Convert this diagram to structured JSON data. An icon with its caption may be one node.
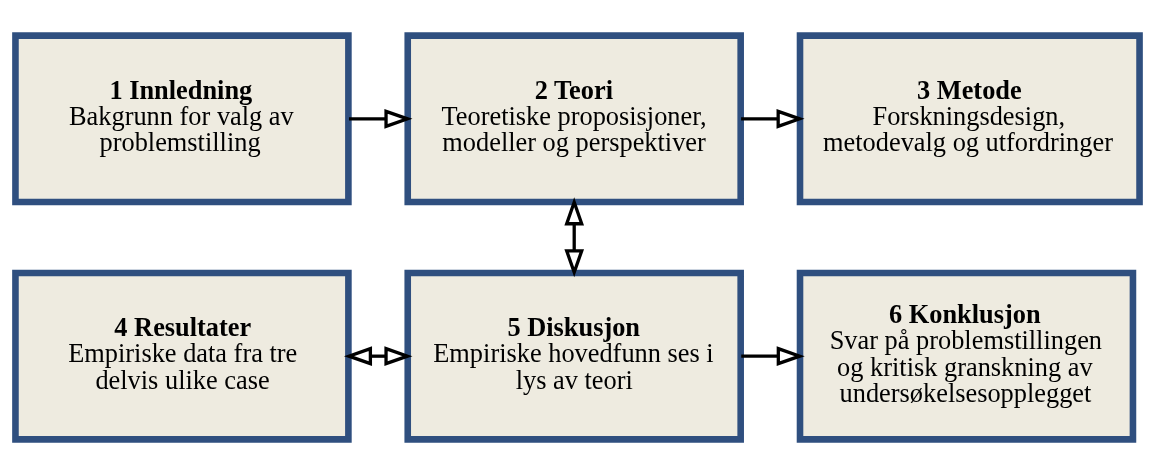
{
  "diagram": {
    "nodes": [
      {
        "text": [
          "1 Innledning",
          "Bakgrunn for valg av problemstilling"
        ]
      },
      {
        "text": [
          "2 Teori",
          "Teoretiske proposisjoner, modeller og perspektiver"
        ]
      },
      {
        "text": [
          "3 Metode",
          "Forskningsdesign, metodevalg og utfordringer"
        ]
      },
      {
        "text": [
          "4 Resultater",
          "Empiriske data fra tre delvis ulike case"
        ]
      },
      {
        "text": [
          "5 Diskusjon",
          "Empiriske hovedfunn ses i lys av teori"
        ]
      },
      {
        "text": [
          "6 Konklusjon",
          "Svar på problemstillingen og kritisk granskning av undersøkelsesopplegget"
        ]
      }
    ],
    "edges": [
      {
        "from": 0,
        "to": 1,
        "arrow": "to"
      },
      {
        "from": 1,
        "to": 2,
        "arrow": "to"
      },
      {
        "from": 1,
        "to": 4,
        "arrow": "both"
      },
      {
        "from": 3,
        "to": 4,
        "arrow": "both"
      },
      {
        "from": 4,
        "to": 5,
        "arrow": "to"
      }
    ]
  }
}
